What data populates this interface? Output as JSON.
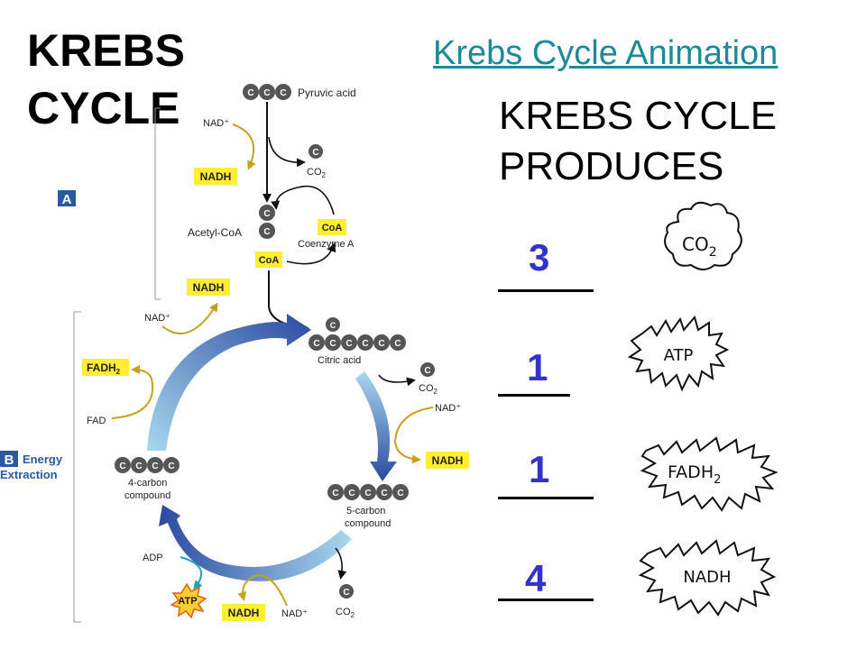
{
  "title_line1": "KREBS",
  "title_line2": "CYCLE",
  "link_text": "Krebs Cycle Animation",
  "produces_line1": "KREBS CYCLE",
  "produces_line2": "PRODUCES",
  "products": [
    {
      "count": "3",
      "label": "CO",
      "sub": "2"
    },
    {
      "count": "1",
      "label": "ATP",
      "sub": ""
    },
    {
      "count": "1",
      "label": "FADH",
      "sub": "2"
    },
    {
      "count": "4",
      "label": "NADH",
      "sub": ""
    }
  ],
  "diagram": {
    "section_a": "A",
    "section_b": "B",
    "energy_extraction_1": "Energy",
    "energy_extraction_2": "Extraction",
    "carbon_letter": "C",
    "pyruvic_acid": "Pyruvic acid",
    "nad_plus": "NAD⁺",
    "nadh": "NADH",
    "co2": "CO",
    "co2_sub": "2",
    "acetyl_coa": "Acetyl-CoA",
    "coa": "CoA",
    "coenzyme_a": "Coenzyme A",
    "citric_acid": "Citric acid",
    "five_carbon_1": "5-carbon",
    "five_carbon_2": "compound",
    "four_carbon_1": "4-carbon",
    "four_carbon_2": "compound",
    "fadh2": "FADH",
    "fadh2_sub": "2",
    "fad": "FAD",
    "adp": "ADP",
    "atp": "ATP"
  },
  "colors": {
    "link": "#1e8a98",
    "count": "#3333cc",
    "label_yellow": "#ffee33",
    "arrow_gold": "#c8a020",
    "cycle_dark": "#2a4aa0",
    "cycle_light": "#9fd0e8",
    "carbon_gray": "#555555",
    "section_blue": "#2c5aa0"
  }
}
